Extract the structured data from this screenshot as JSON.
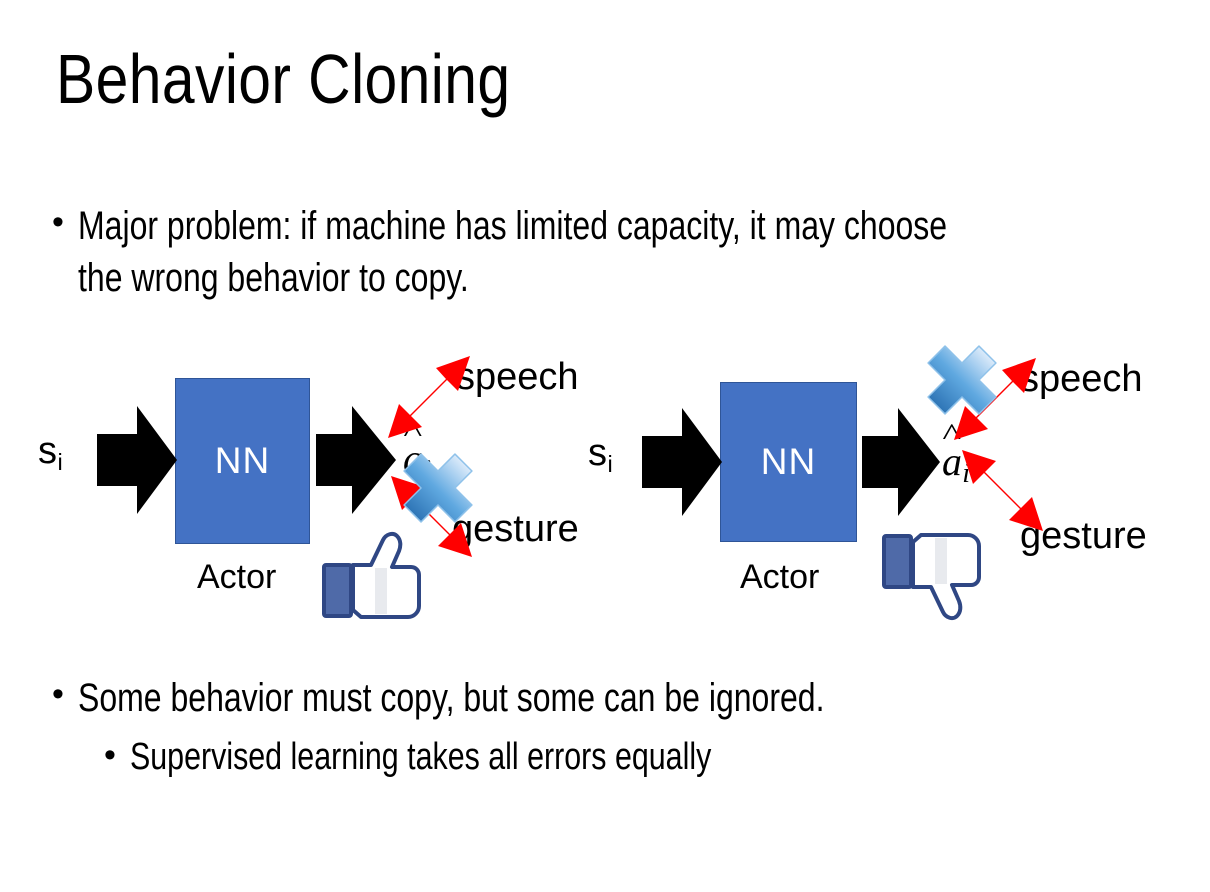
{
  "slide": {
    "title": "Behavior Cloning",
    "background_color": "#FFFFFF"
  },
  "bullets": {
    "top": {
      "marker": "•",
      "text": "Major problem: if machine has limited capacity, it may choose the wrong behavior to copy."
    },
    "middle": {
      "marker": "•",
      "text": "Some behavior must copy, but some can be ignored."
    },
    "sub": {
      "marker": "•",
      "text": "Supervised learning takes all errors equally"
    }
  },
  "colors": {
    "nn_box_fill": "#4472C4",
    "nn_box_border": "#2F5597",
    "arrow_black": "#000000",
    "arrow_red": "#FF0000",
    "cross_blue_light": "#BBD9F4",
    "cross_blue_dark": "#2E75B6",
    "thumb_outline": "#3B5998",
    "thumb_fill": "#FFFFFF"
  },
  "diagrams": [
    {
      "id": "left",
      "state_label": "s",
      "state_subscript": "i",
      "nn_label": "NN",
      "box_caption": "Actor",
      "action_label": "a",
      "action_subscript": "i",
      "outputs": [
        {
          "name": "speech",
          "label": "speech",
          "direction": "up-right",
          "crossed": false
        },
        {
          "name": "gesture",
          "label": "gesture",
          "direction": "down-right",
          "crossed": true
        }
      ],
      "feedback_icon": "thumbs-up",
      "input_arrow": "block-arrow-right",
      "output_arrow": "block-arrow-right"
    },
    {
      "id": "right",
      "state_label": "s",
      "state_subscript": "i",
      "nn_label": "NN",
      "box_caption": "Actor",
      "action_label": "a",
      "action_subscript": "i",
      "outputs": [
        {
          "name": "speech",
          "label": "speech",
          "direction": "up-right",
          "crossed": true
        },
        {
          "name": "gesture",
          "label": "gesture",
          "direction": "down-right",
          "crossed": false
        }
      ],
      "feedback_icon": "thumbs-down",
      "input_arrow": "block-arrow-right",
      "output_arrow": "block-arrow-right"
    }
  ]
}
